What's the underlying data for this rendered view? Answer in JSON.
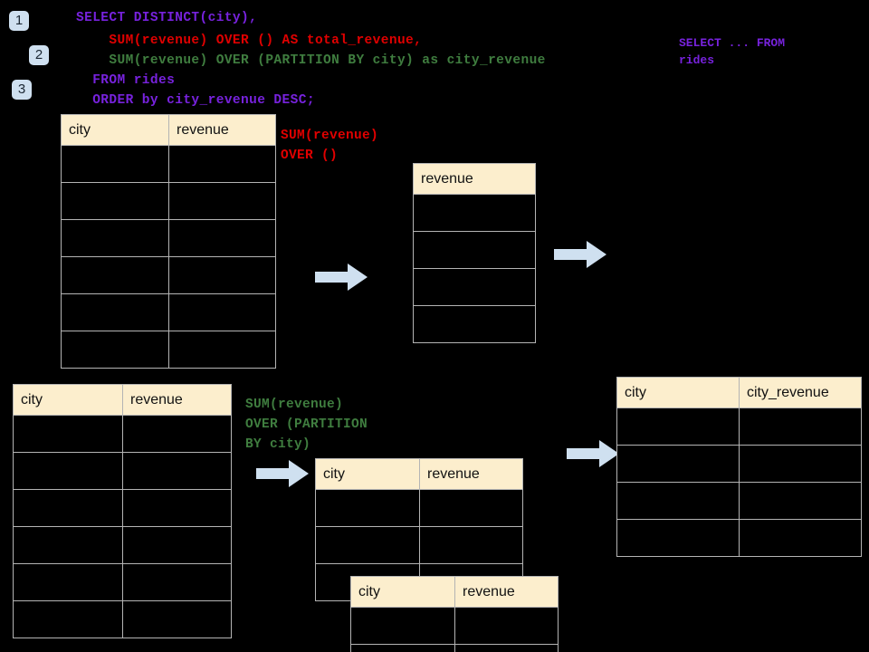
{
  "diagram": {
    "title": "SQL window function query flow",
    "background_color": "#000000",
    "header_color": "#fceecd",
    "arrow_color": "#cfe0f0",
    "badge_color": "#cfe0f0"
  },
  "badges": [
    {
      "label": "1"
    },
    {
      "label": "2"
    },
    {
      "label": "3"
    }
  ],
  "code": {
    "line1": "SELECT DISTINCT(city),",
    "line2": "    SUM(revenue) OVER () AS total_revenue,",
    "line3": "    SUM(revenue) OVER (PARTITION BY city) as city_revenue",
    "line4": "  FROM rides",
    "line5": "  ORDER by city_revenue DESC;",
    "colors": {
      "violet": "#7722dd",
      "red": "#e00000",
      "green": "#3f7d3f"
    }
  },
  "annotations": {
    "select_from": "SELECT ... FROM\nrides",
    "sum_over_empty": "SUM(revenue)\nOVER ()",
    "sum_over_partition": "SUM(revenue)\nOVER (PARTITION\nBY city)"
  },
  "tables": {
    "source_top": {
      "name": "rides-source-top",
      "headers": [
        "city",
        "revenue"
      ],
      "rows": [
        [
          "",
          ""
        ],
        [
          "",
          ""
        ],
        [
          "",
          ""
        ],
        [
          "",
          ""
        ],
        [
          "",
          ""
        ],
        [
          "",
          ""
        ]
      ]
    },
    "total_revenue": {
      "name": "total-revenue-result",
      "headers": [
        "revenue"
      ],
      "rows": [
        [
          ""
        ],
        [
          ""
        ],
        [
          ""
        ],
        [
          ""
        ]
      ]
    },
    "source_bottom": {
      "name": "rides-source-bottom",
      "headers": [
        "city",
        "revenue"
      ],
      "rows": [
        [
          "",
          ""
        ],
        [
          "",
          ""
        ],
        [
          "",
          ""
        ],
        [
          "",
          ""
        ],
        [
          "",
          ""
        ],
        [
          "",
          ""
        ]
      ]
    },
    "partition_a": {
      "name": "partition-group-a",
      "headers": [
        "city",
        "revenue"
      ],
      "rows": [
        [
          "",
          ""
        ],
        [
          "",
          ""
        ],
        [
          "",
          ""
        ]
      ]
    },
    "partition_b": {
      "name": "partition-group-b",
      "headers": [
        "city",
        "revenue"
      ],
      "rows": [
        [
          "",
          ""
        ],
        [
          "",
          ""
        ]
      ]
    },
    "final_result": {
      "name": "final-result",
      "headers": [
        "city",
        "city_revenue"
      ],
      "rows": [
        [
          "",
          ""
        ],
        [
          "",
          ""
        ],
        [
          "",
          ""
        ],
        [
          "",
          ""
        ]
      ]
    }
  },
  "arrows": [
    {
      "name": "arrow-source-to-total"
    },
    {
      "name": "arrow-total-to-final"
    },
    {
      "name": "arrow-source-to-partition"
    },
    {
      "name": "arrow-partition-to-final"
    }
  ]
}
